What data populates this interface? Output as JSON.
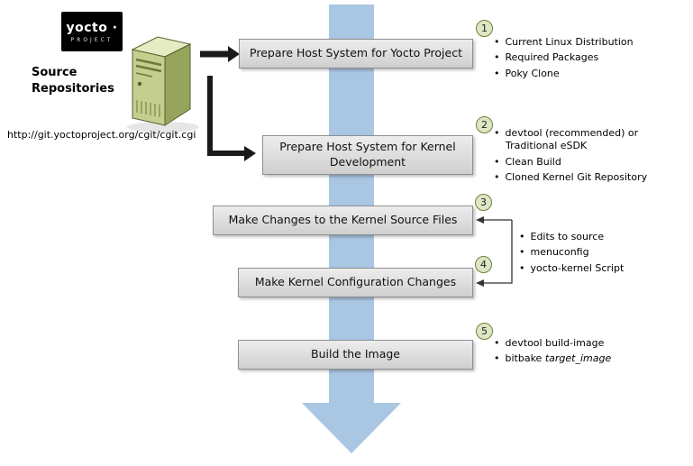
{
  "logo": {
    "wordmark": "yocto ·",
    "subtitle": "PROJECT"
  },
  "source": {
    "label_line1": "Source",
    "label_line2": "Repositories",
    "url": "http://git.yoctoproject.org/cgit/cgit.cgi"
  },
  "steps": [
    {
      "num": "1",
      "label": "Prepare Host System for Yocto Project",
      "bullets": [
        "Current Linux Distribution",
        "Required Packages",
        "Poky Clone"
      ]
    },
    {
      "num": "2",
      "label": "Prepare Host System for Kernel Development",
      "bullets": [
        "devtool (recommended) or Traditional eSDK",
        "Clean Build",
        "Cloned Kernel Git Repository"
      ]
    },
    {
      "num": "3",
      "label": "Make Changes to the Kernel Source Files",
      "bullets": []
    },
    {
      "num": "4",
      "label": "Make Kernel Configuration Changes",
      "bullets": []
    },
    {
      "num": "5",
      "label": "Build the Image",
      "bullets": [
        {
          "text": "devtool build-image",
          "italic": ""
        },
        {
          "text": "bitbake ",
          "italic": "target_image"
        }
      ]
    }
  ],
  "shared_bullets_steps_3_4": [
    "Edits to source",
    "menuconfig",
    "yocto-kernel Script"
  ],
  "colors": {
    "flow_arrow_blue": "#a9c6e3",
    "step_box_gray": "#d8d8d8",
    "step_box_border": "#8f8f8f",
    "badge_fill": "#dde6c5",
    "badge_border": "#70803a",
    "server_front_green": "#c4ce8e",
    "server_side_green": "#97a55c",
    "server_top_green": "#e6ebc4",
    "logo_background": "#000000",
    "connector_black": "#1a1a1a"
  }
}
